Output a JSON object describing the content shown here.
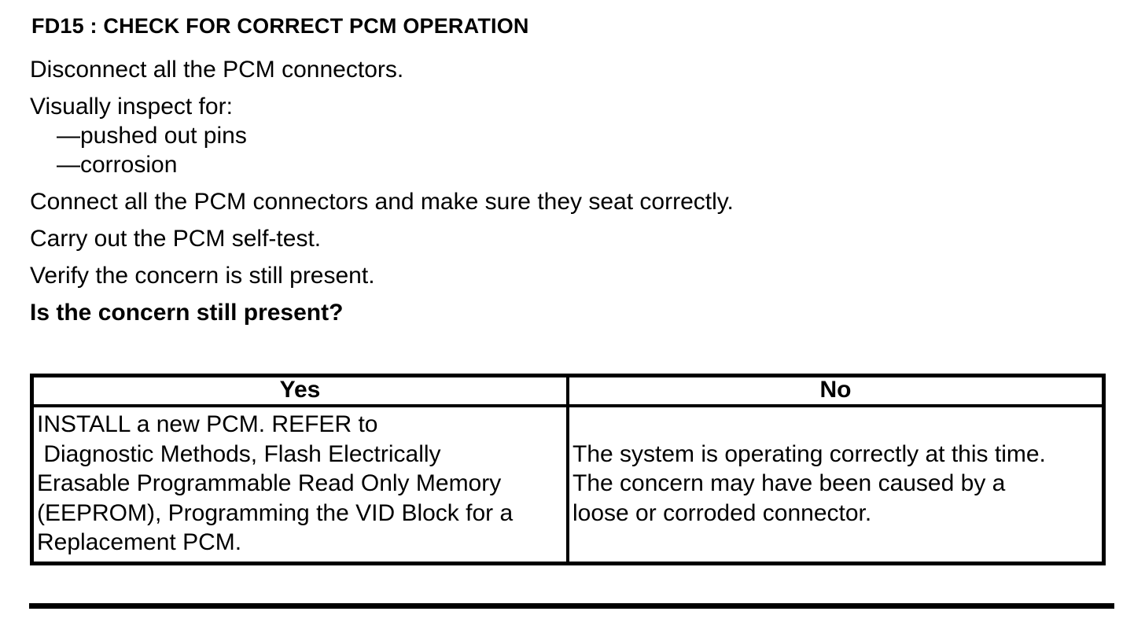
{
  "procedure": {
    "title": "FD15 : CHECK FOR CORRECT PCM OPERATION",
    "steps": [
      "Disconnect all the PCM connectors.",
      "Visually inspect for:",
      "Connect all the PCM connectors and make sure they seat correctly.",
      "Carry out the PCM self-test.",
      "Verify the concern is still present."
    ],
    "inspect_items": [
      "—pushed out pins",
      "—corrosion"
    ],
    "question": "Is the concern still present?"
  },
  "decision_table": {
    "yes": {
      "header": "Yes",
      "action_lines": [
        "INSTALL a new PCM. REFER to",
        " Diagnostic Methods, Flash Electrically",
        "Erasable Programmable Read Only Memory",
        "(EEPROM), Programming the VID Block for a",
        "Replacement PCM."
      ]
    },
    "no": {
      "header": "No",
      "action_lines": [
        "The system is operating correctly at this time.",
        "The concern may have been caused by a",
        "loose or corroded connector."
      ]
    }
  },
  "colors": {
    "text": "#000000",
    "background": "#ffffff"
  }
}
